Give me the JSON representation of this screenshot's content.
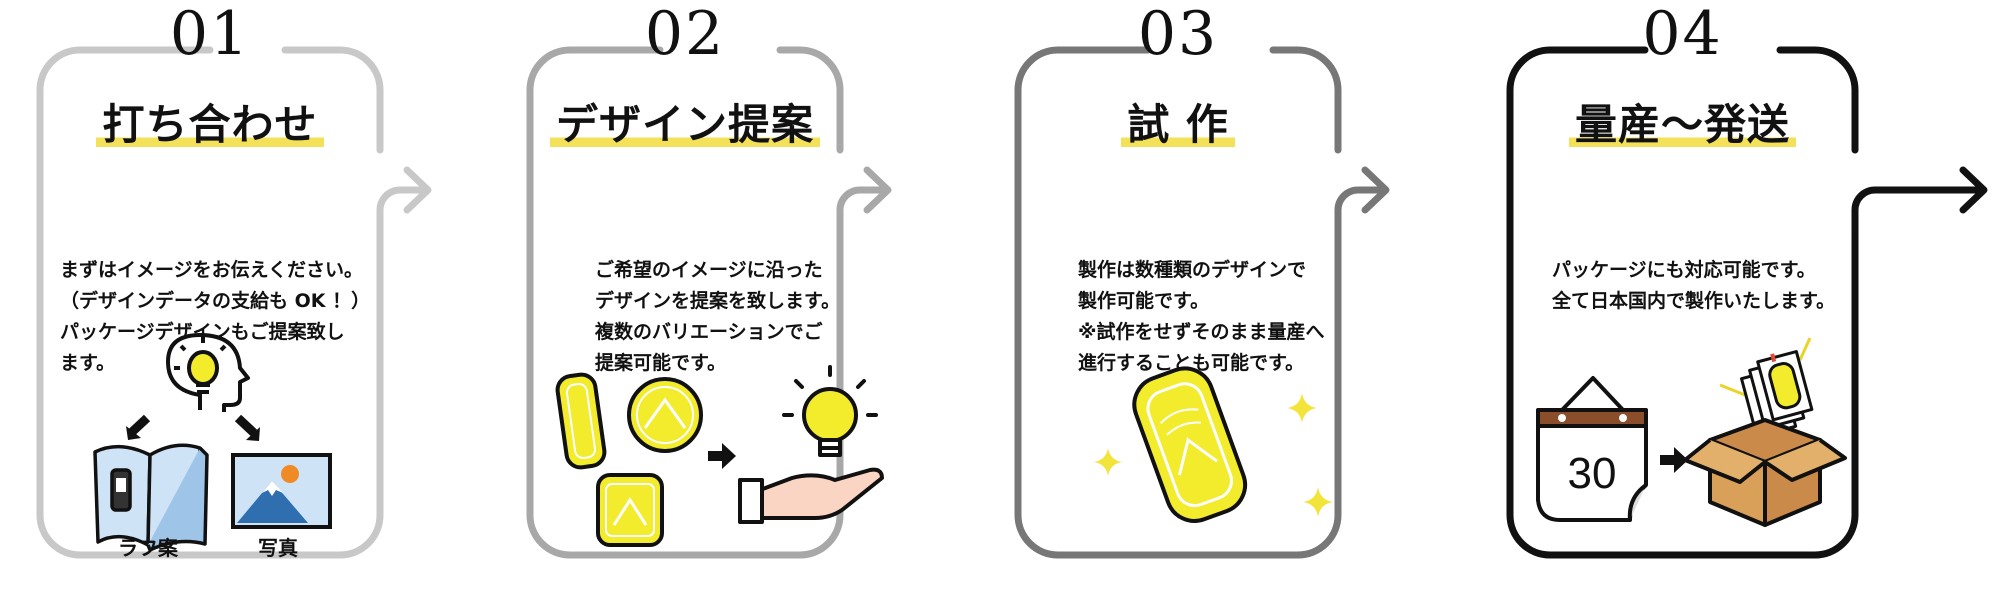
{
  "colors": {
    "accent_yellow": "#f4e15a",
    "icon_yellow": "#f2ec2c",
    "step1": "#c8c8c8",
    "step2": "#a8a8a8",
    "step3": "#777777",
    "step4": "#111111"
  },
  "steps": [
    {
      "number": "01",
      "title": "打ち合わせ",
      "desc": [
        "まずはイメージをお伝えください。",
        "（デザインデータの支給も OK ！）",
        "パッケージデザインもご提案致し",
        "ます。"
      ],
      "captions": [
        "ラフ案",
        "写真"
      ],
      "icons": [
        "lightbulb-head-icon",
        "arrow-icon",
        "book-icon",
        "photo-icon"
      ]
    },
    {
      "number": "02",
      "title": "デザイン提案",
      "desc": [
        "ご希望のイメージに沿った",
        "デザインを提案を致します。",
        "複数のバリエーションでご",
        "提案可能です。"
      ],
      "icons": [
        "charm-icon",
        "arrow-icon",
        "lightbulb-hand-icon"
      ]
    },
    {
      "number": "03",
      "title": "試 作",
      "desc": [
        "製作は数種類のデザインで",
        "製作可能です。",
        "※試作をせずそのまま量産へ",
        "進行することも可能です。"
      ],
      "icons": [
        "charm-icon",
        "sparkle-icon"
      ]
    },
    {
      "number": "04",
      "title": "量産～発送",
      "desc": [
        "パッケージにも対応可能です。",
        "全て日本国内で製作いたします。"
      ],
      "calendar_number": "30",
      "icons": [
        "calendar-icon",
        "arrow-icon",
        "box-icon"
      ]
    }
  ]
}
